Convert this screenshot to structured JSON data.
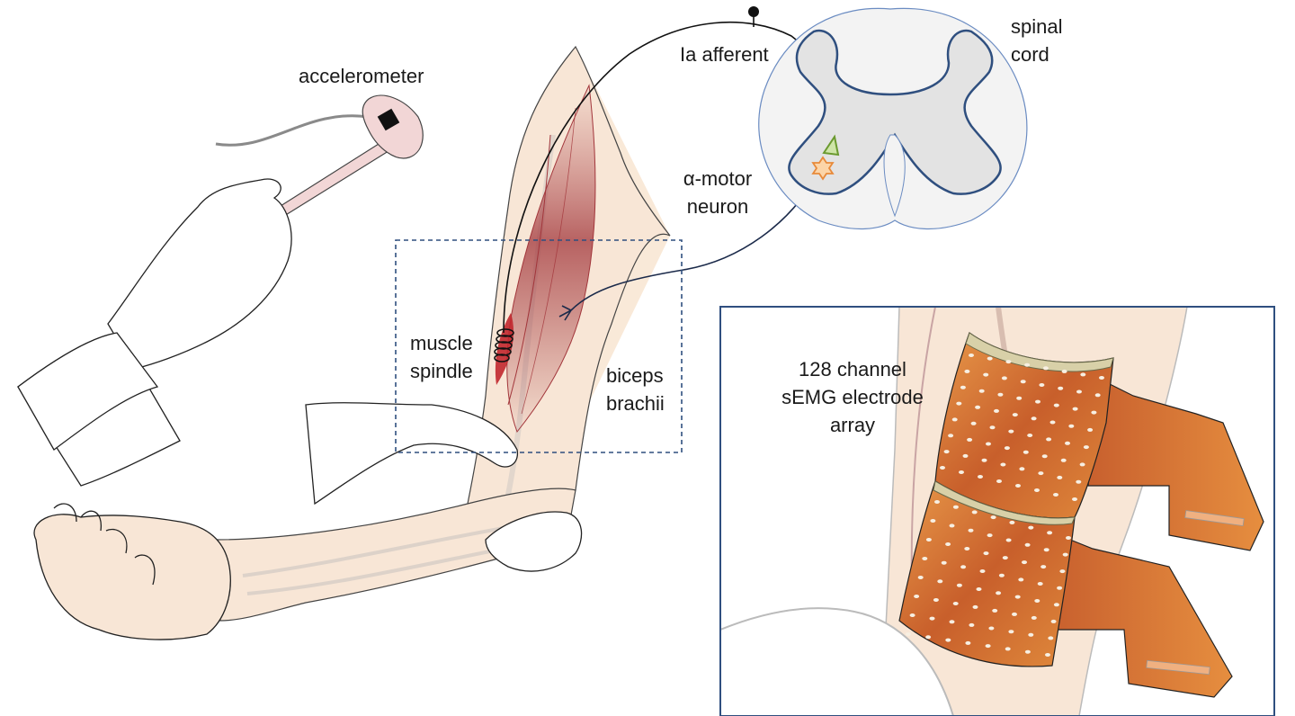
{
  "labels": {
    "accelerometer": "accelerometer",
    "ia_afferent": "Ia afferent",
    "spinal_cord_line1": "spinal",
    "spinal_cord_line2": "cord",
    "alpha_motor_line1": "α-motor",
    "alpha_motor_line2": "neuron",
    "muscle_spindle_line1": "muscle",
    "muscle_spindle_line2": "spindle",
    "biceps_line1": "biceps",
    "biceps_line2": "brachii",
    "array_line1": "128 channel",
    "array_line2": "sEMG electrode",
    "array_line3": "array"
  },
  "colors": {
    "skin": "#f8e6d6",
    "muscle_red": "#a2363b",
    "spinal_gray": "#e3e3e3",
    "spinal_outline": "#2f4f7f",
    "afferent_green": "#6b9a2f",
    "motor_orange": "#e88a3a",
    "electrode_orange": "#d4742f",
    "inset_border": "#2f4f7f"
  },
  "electrode_grid": {
    "rows": 16,
    "columns": 8,
    "channels": 128
  }
}
